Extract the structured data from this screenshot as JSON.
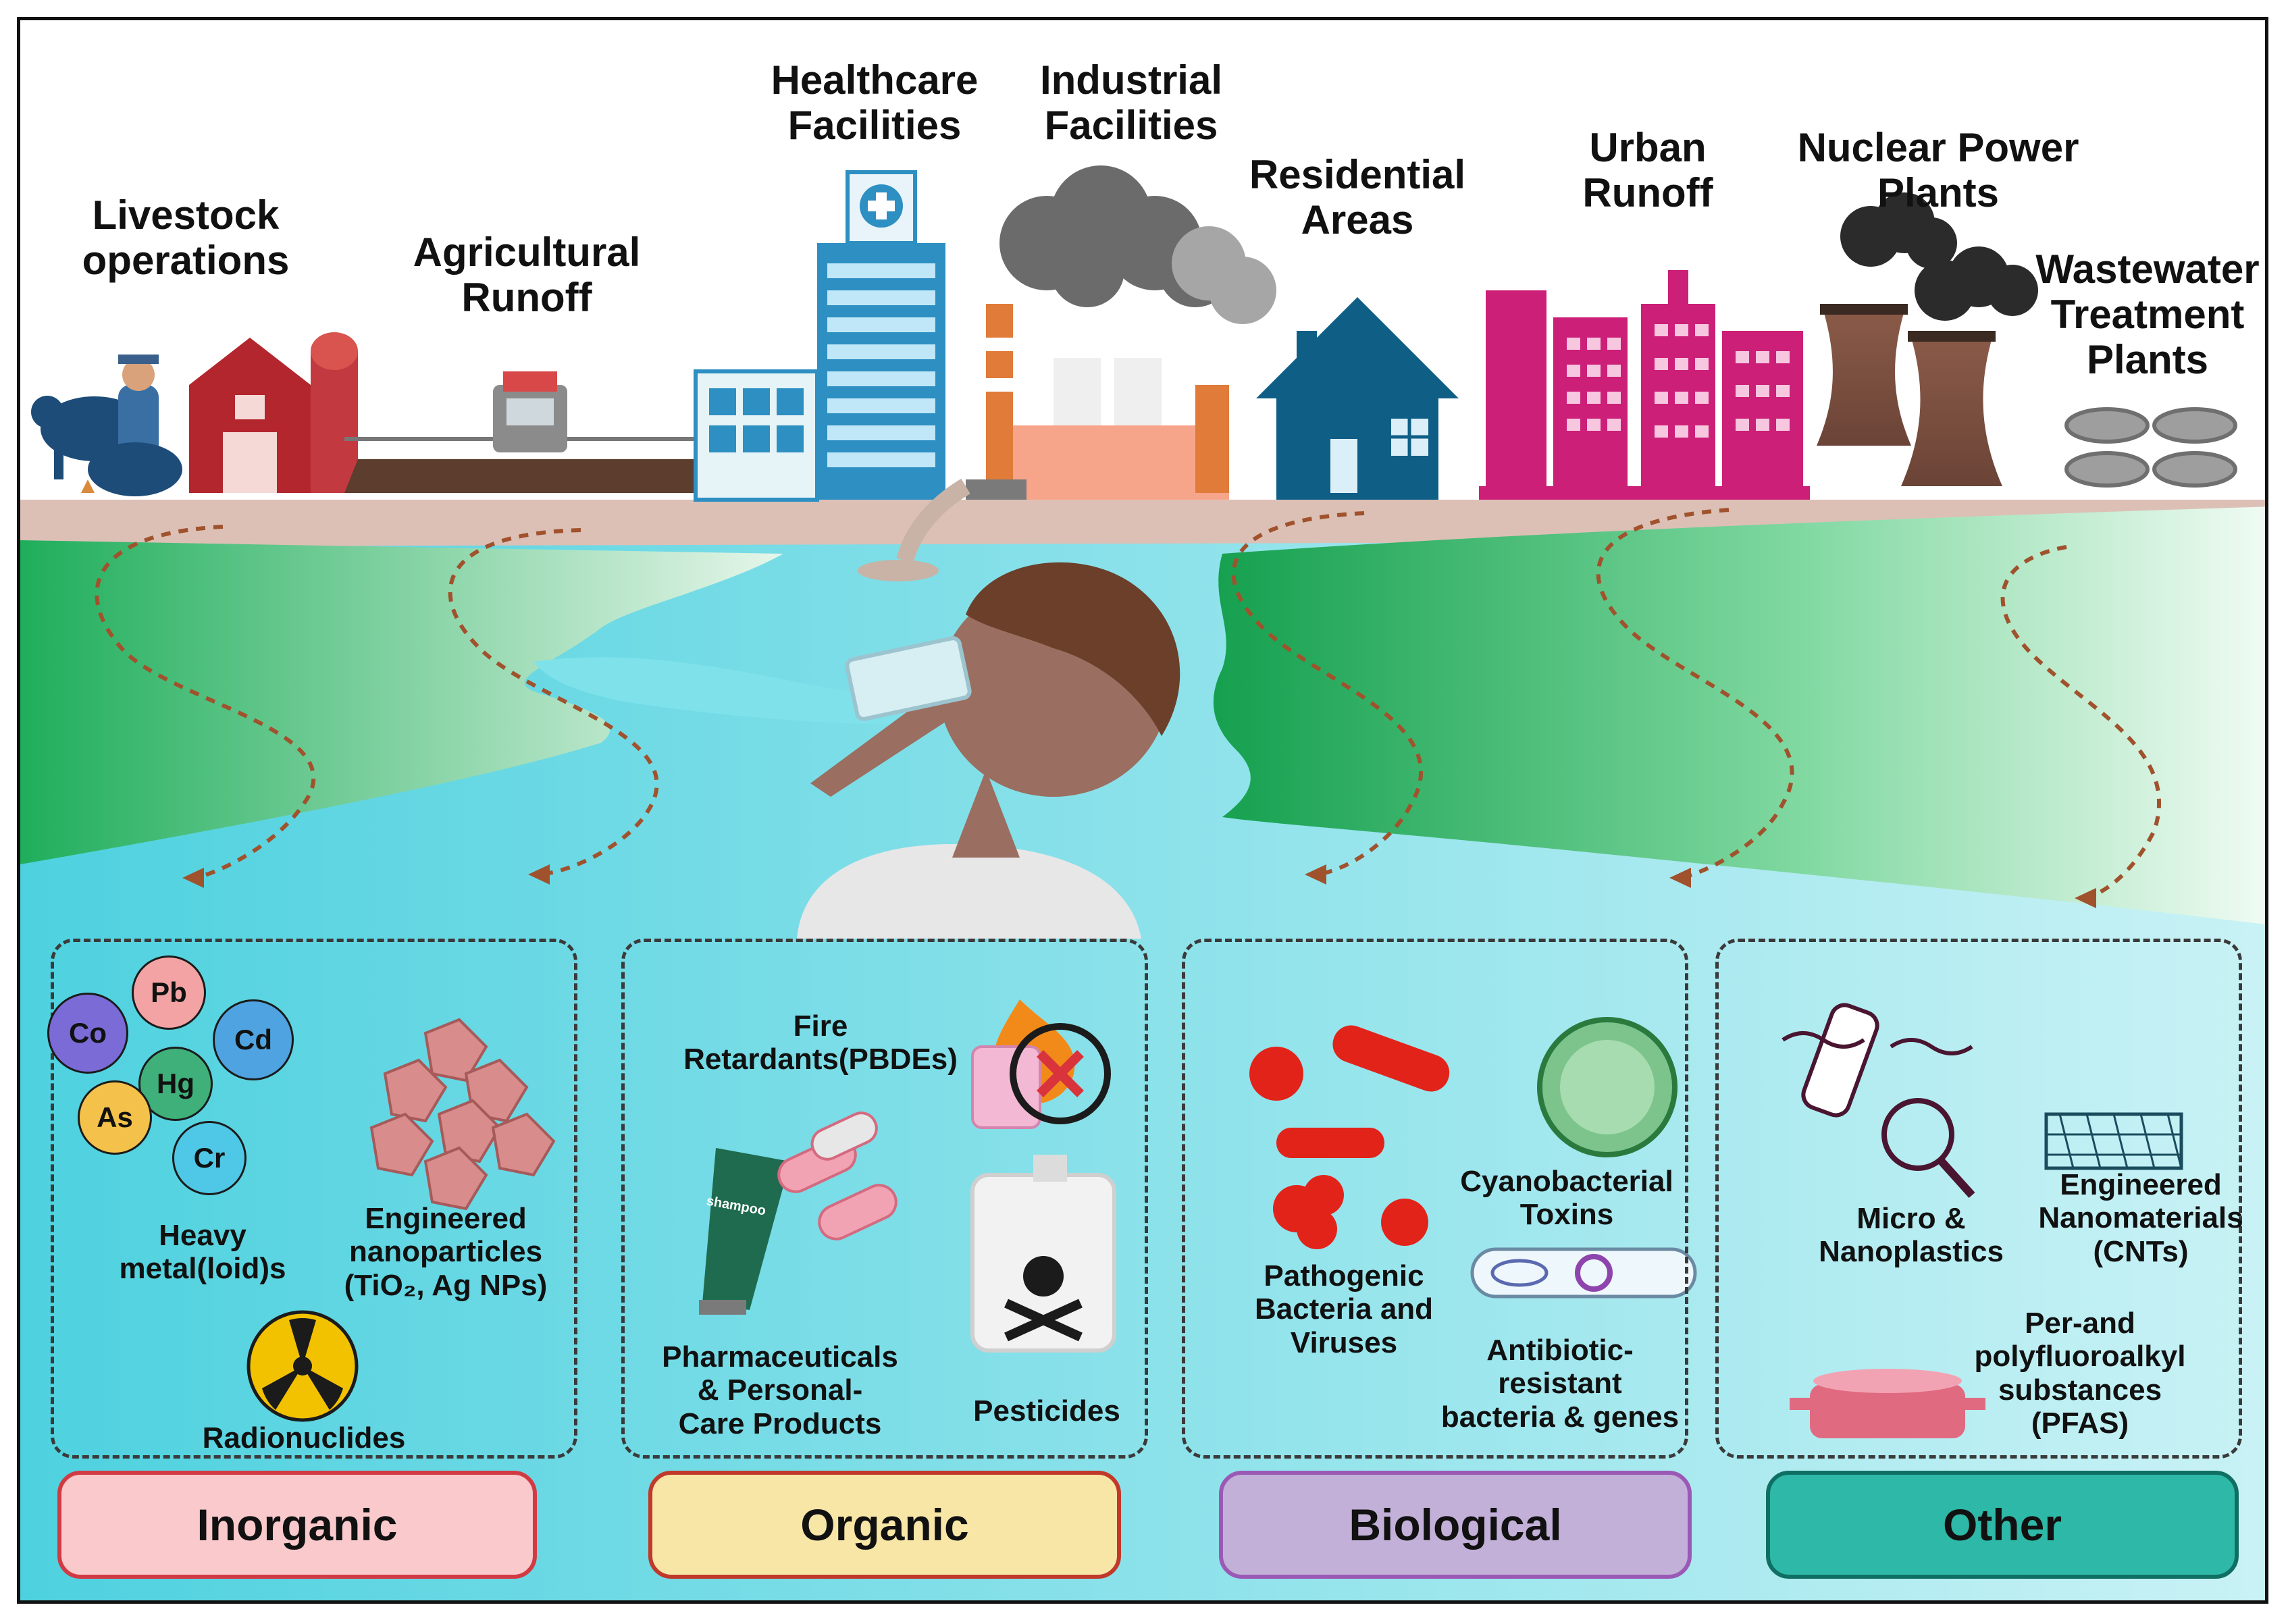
{
  "sources": {
    "livestock": "Livestock\noperations",
    "agricultural": "Agricultural\nRunoff",
    "healthcare": "Healthcare\nFacilities",
    "industrial": "Industrial\nFacilities",
    "residential": "Residential\nAreas",
    "urban": "Urban\nRunoff",
    "nuclear": "Nuclear Power\nPlants",
    "wastewater": "Wastewater\nTreatment\nPlants"
  },
  "inorganic": {
    "metals": [
      "Pb",
      "Co",
      "Cd",
      "Hg",
      "As",
      "Cr"
    ],
    "heavy_metals": "Heavy\nmetal(loid)s",
    "nanoparticles": "Engineered\nnanoparticles\n(TiO₂, Ag NPs)",
    "radionuclides": "Radionuclides"
  },
  "organic": {
    "fire_retardants": "Fire\nRetardants(PBDEs)",
    "shampoo_text": "shampoo",
    "pharmaceuticals": "Pharmaceuticals\n& Personal-\nCare Products",
    "pesticides": "Pesticides"
  },
  "biological": {
    "pathogenic": "Pathogenic\nBacteria and\nViruses",
    "cyanobacterial": "Cyanobacterial\nToxins",
    "antibiotic": "Antibiotic-\nresistant\nbacteria & genes"
  },
  "other": {
    "microplastics": "Micro &\nNanoplastics",
    "nanomaterials": "Engineered\nNanomaterials\n(CNTs)",
    "pfas": "Per-and\npolyfluoroalkyl\nsubstances\n(PFAS)"
  },
  "categories": {
    "inorganic": "Inorganic",
    "organic": "Organic",
    "biological": "Biological",
    "other": "Other"
  },
  "colors": {
    "inorganic_fill": "#f9c9cb",
    "inorganic_border": "#d23a43",
    "organic_fill": "#f7e6a6",
    "organic_border": "#c0392b",
    "biological_fill": "#c3b0d8",
    "biological_border": "#9b59b6",
    "other_fill": "#2eb8a7",
    "other_border": "#0f6f63",
    "water": "#5fd6e3",
    "bank": "#3cc47a",
    "barn": "#b3262d",
    "urban": "#cc1f78",
    "house": "#0f5e86",
    "arrow": "#a0522d"
  }
}
